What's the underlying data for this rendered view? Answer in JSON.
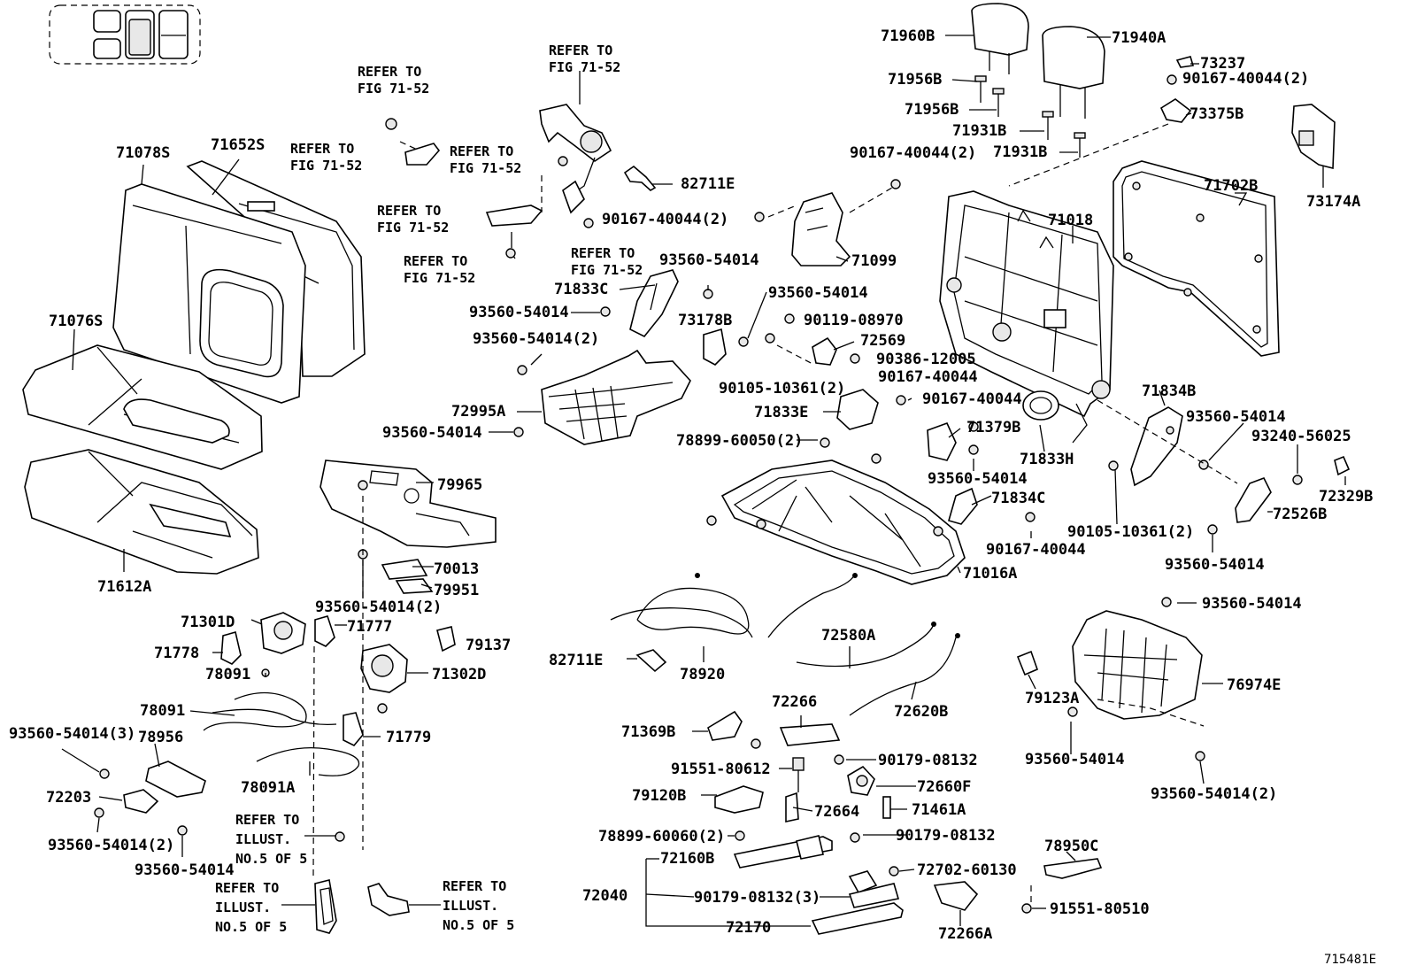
{
  "figure_id": "715481E",
  "refer": {
    "fig_l1": "REFER TO",
    "fig_l2": "FIG 71-52",
    "illust_l1": "REFER TO",
    "illust_l2": "ILLUST.",
    "illust_l3": "NO.5 OF 5"
  },
  "labels": {
    "p71960B": "71960B",
    "p71940A": "71940A",
    "p73237": "73237",
    "p90167_40044_2a": "90167-40044(2)",
    "p71956B_a": "71956B",
    "p71956B_b": "71956B",
    "p71931B_a": "71931B",
    "p71931B_b": "71931B",
    "p73375B": "73375B",
    "p73174A": "73174A",
    "p71702B": "71702B",
    "p71018": "71018",
    "p90167_40044_2b": "90167-40044(2)",
    "p90167_40044_2c": "90167-40044(2)",
    "p71099": "71099",
    "p82711E_a": "82711E",
    "p71078S": "71078S",
    "p71652S": "71652S",
    "p71076S": "71076S",
    "p71612A": "71612A",
    "p93560_54014_a": "93560-54014",
    "p71833C": "71833C",
    "p93560_54014_b": "93560-54014",
    "p93560_54014_c": "93560-54014",
    "p73178B": "73178B",
    "p90119_08970": "90119-08970",
    "p72569": "72569",
    "p90386_12005": "90386-12005",
    "p90105_10361_2a": "90105-10361(2)",
    "p90167_40044_d": "90167-40044",
    "p93560_54014_2a": "93560-54014(2)",
    "p72995A": "72995A",
    "p93560_54014_d": "93560-54014",
    "p71833E": "71833E",
    "p90167_40044_e": "90167-40044",
    "p71834B": "71834B",
    "p93560_54014_e": "93560-54014",
    "p93240_56025": "93240-56025",
    "p71379B": "71379B",
    "p71833H": "71833H",
    "p78899_60050_2": "78899-60050(2)",
    "p93560_54014_f": "93560-54014",
    "p72329B": "72329B",
    "p72526B": "72526B",
    "p79965": "79965",
    "p71834C": "71834C",
    "p90167_40044_f": "90167-40044",
    "p90105_10361_2b": "90105-10361(2)",
    "p93560_54014_g": "93560-54014",
    "p70013": "70013",
    "p79951": "79951",
    "p71016A": "71016A",
    "p93560_54014_2b": "93560-54014(2)",
    "p93560_54014_h": "93560-54014",
    "p71301D": "71301D",
    "p71777": "71777",
    "p79137": "79137",
    "p72580A": "72580A",
    "p71778": "71778",
    "p82711E_b": "82711E",
    "p71302D": "71302D",
    "p78091": "78091",
    "p78920": "78920",
    "p76974E": "76974E",
    "p79123A": "79123A",
    "p78091_b": "78091",
    "p72266": "72266",
    "p72620B": "72620B",
    "p93560_54014_3": "93560-54014(3)",
    "p78956": "78956",
    "p71779": "71779",
    "p71369B": "71369B",
    "p93560_54014_i": "93560-54014",
    "p90179_08132_a": "90179-08132",
    "p91551_80612": "91551-80612",
    "p78091A": "78091A",
    "p72660F": "72660F",
    "p93560_54014_2c": "93560-54014(2)",
    "p72203": "72203",
    "p79120B": "79120B",
    "p72664": "72664",
    "p71461A": "71461A",
    "p93560_54014_2d": "93560-54014(2)",
    "p78899_60060_2": "78899-60060(2)",
    "p90179_08132_b": "90179-08132",
    "p78950C": "78950C",
    "p93560_54014_j": "93560-54014",
    "p72160B": "72160B",
    "p72702_60130": "72702-60130",
    "p72040": "72040",
    "p90179_08132_3": "90179-08132(3)",
    "p91551_80510": "91551-80510",
    "p72170": "72170",
    "p72266A": "72266A"
  }
}
